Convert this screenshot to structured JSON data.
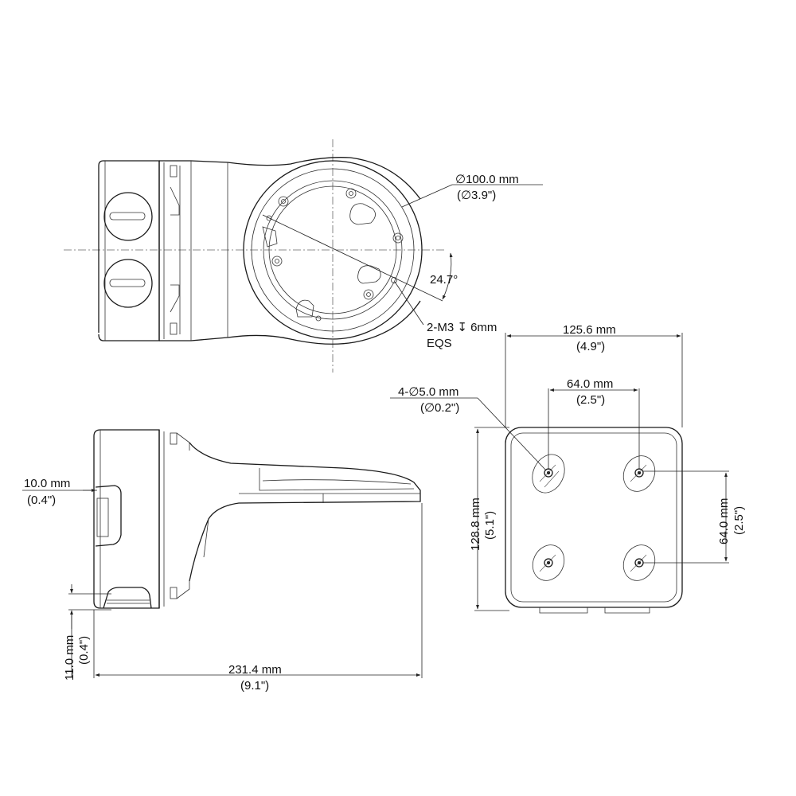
{
  "top_view": {
    "diameter": {
      "line1": "∅100.0 mm",
      "line2": "(∅3.9\")"
    },
    "angle": "24.7°",
    "screw": {
      "line1": "2-M3 ↧ 6mm",
      "line2": "EQS"
    }
  },
  "back_view": {
    "width": {
      "line1": "125.6 mm",
      "line2": "(4.9\")"
    },
    "holes": {
      "line1": "4-∅5.0 mm",
      "line2": "(∅0.2\")"
    },
    "hole_spacing_h": {
      "line1": "64.0 mm",
      "line2": "(2.5\")"
    },
    "height": {
      "line1": "128.8 mm",
      "line2": "(5.1\")"
    },
    "hole_spacing_v": {
      "line1": "64.0 mm",
      "line2": "(2.5\")"
    }
  },
  "side_view": {
    "offset": {
      "line1": "10.0 mm",
      "line2": "(0.4\")"
    },
    "bottom_height": {
      "line1": "11.0 mm",
      "line2": "(0.4\")"
    },
    "length": {
      "line1": "231.4 mm",
      "line2": "(9.1\")"
    }
  }
}
